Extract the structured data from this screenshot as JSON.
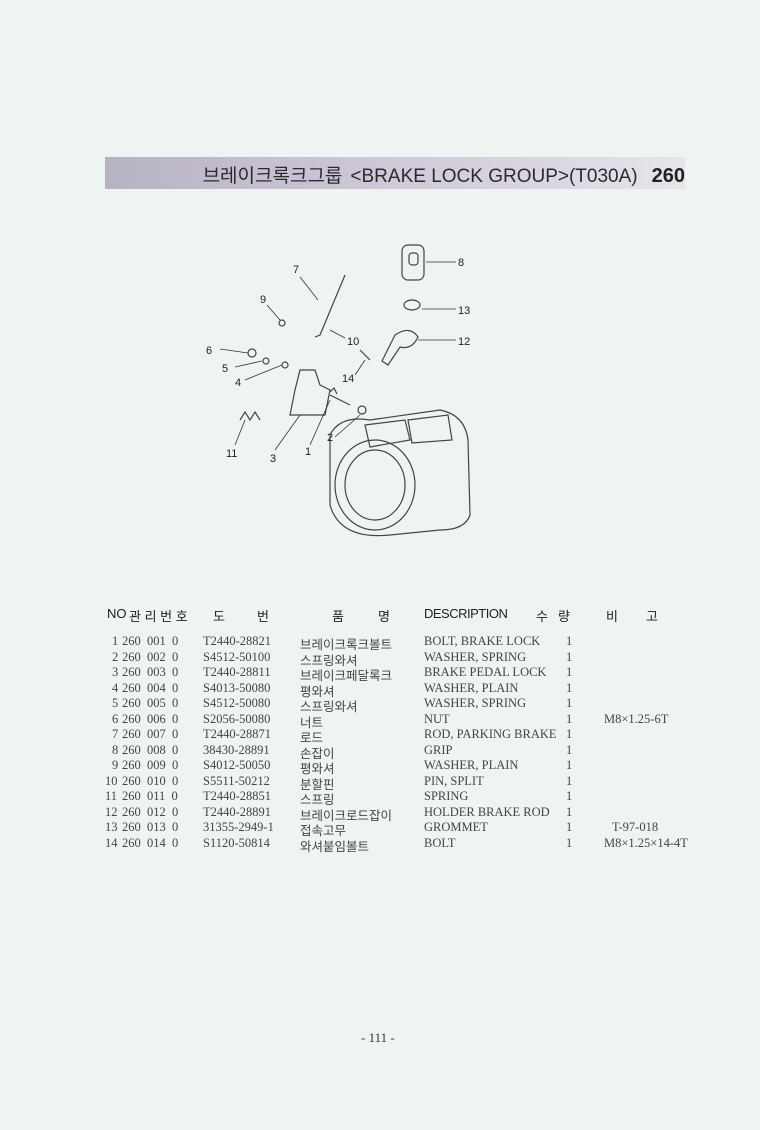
{
  "header": {
    "title_ko": "브레이크록크그룹",
    "title_en": "<BRAKE LOCK GROUP>(T030A)",
    "group_no": "260"
  },
  "diagram": {
    "callouts": [
      "1",
      "2",
      "3",
      "4",
      "5",
      "6",
      "7",
      "8",
      "9",
      "10",
      "11",
      "12",
      "13",
      "14"
    ]
  },
  "table": {
    "headers": {
      "no": "NO",
      "mgmt_no": "관 리 번 호",
      "drawing_no_1": "도",
      "drawing_no_2": "번",
      "name_1": "품",
      "name_2": "명",
      "description": "DESCRIPTION",
      "qty_1": "수",
      "qty_2": "량",
      "remarks_1": "비",
      "remarks_2": "고"
    },
    "rows": [
      {
        "no": "1",
        "mgmt": "260  001  0",
        "part": "T2440-28821",
        "name": "브레이크록크볼트",
        "desc": "BOLT, BRAKE LOCK",
        "qty": "1",
        "remark": ""
      },
      {
        "no": "2",
        "mgmt": "260  002  0",
        "part": "S4512-50100",
        "name": "스프링와셔",
        "desc": "WASHER, SPRING",
        "qty": "1",
        "remark": ""
      },
      {
        "no": "3",
        "mgmt": "260  003  0",
        "part": "T2440-28811",
        "name": "브레이크페달록크",
        "desc": "BRAKE PEDAL LOCK",
        "qty": "1",
        "remark": ""
      },
      {
        "no": "4",
        "mgmt": "260  004  0",
        "part": "S4013-50080",
        "name": "평와셔",
        "desc": "WASHER, PLAIN",
        "qty": "1",
        "remark": ""
      },
      {
        "no": "5",
        "mgmt": "260  005  0",
        "part": "S4512-50080",
        "name": "스프링와셔",
        "desc": "WASHER, SPRING",
        "qty": "1",
        "remark": ""
      },
      {
        "no": "6",
        "mgmt": "260  006  0",
        "part": "S2056-50080",
        "name": "너트",
        "desc": "NUT",
        "qty": "1",
        "remark": "M8×1.25-6T"
      },
      {
        "no": "7",
        "mgmt": "260  007  0",
        "part": "T2440-28871",
        "name": "로드",
        "desc": "ROD, PARKING BRAKE",
        "qty": "1",
        "remark": ""
      },
      {
        "no": "8",
        "mgmt": "260  008  0",
        "part": "38430-28891",
        "name": "손잡이",
        "desc": "GRIP",
        "qty": "1",
        "remark": ""
      },
      {
        "no": "9",
        "mgmt": "260  009  0",
        "part": "S4012-50050",
        "name": "평와셔",
        "desc": "WASHER, PLAIN",
        "qty": "1",
        "remark": ""
      },
      {
        "no": "10",
        "mgmt": "260  010  0",
        "part": "S5511-50212",
        "name": "분할핀",
        "desc": "PIN, SPLIT",
        "qty": "1",
        "remark": ""
      },
      {
        "no": "11",
        "mgmt": "260  011  0",
        "part": "T2440-28851",
        "name": "스프링",
        "desc": "SPRING",
        "qty": "1",
        "remark": ""
      },
      {
        "no": "12",
        "mgmt": "260  012  0",
        "part": "T2440-28891",
        "name": "브레이크로드잡이",
        "desc": "HOLDER BRAKE ROD",
        "qty": "1",
        "remark": ""
      },
      {
        "no": "13",
        "mgmt": "260  013  0",
        "part": "31355-2949-1",
        "name": "접속고무",
        "desc": "GROMMET",
        "qty": "1",
        "remark": "T-97-018"
      },
      {
        "no": "14",
        "mgmt": "260  014  0",
        "part": "S1120-50814",
        "name": "와셔붙임볼트",
        "desc": "BOLT",
        "qty": "1",
        "remark": "M8×1.25×14-4T"
      }
    ]
  },
  "footer": {
    "page": "- 111 -"
  }
}
